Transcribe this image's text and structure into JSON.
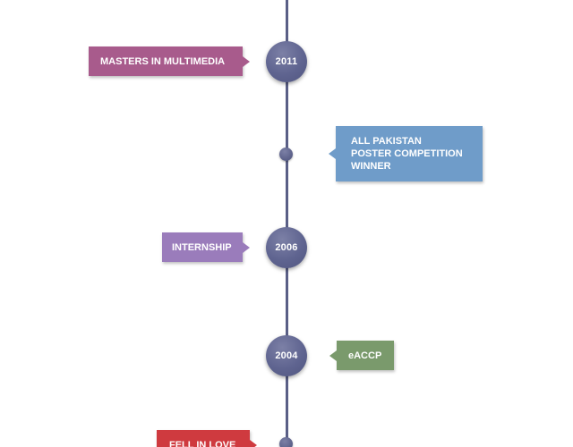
{
  "timeline": {
    "events": [
      {
        "year": "2011",
        "label": [
          "MASTERS IN MULTIMEDIA"
        ],
        "color": "#a85b8c"
      },
      {
        "year": "",
        "label": [
          "ALL PAKISTAN",
          "POSTER COMPETITION",
          "WINNER"
        ],
        "color": "#6f9cc9"
      },
      {
        "year": "2006",
        "label": [
          "INTERNSHIP"
        ],
        "color": "#9a7cbb"
      },
      {
        "year": "2004",
        "label": [
          "eACCP"
        ],
        "color": "#7a9a6c"
      },
      {
        "year": "",
        "label": [
          "FELL IN LOVE"
        ],
        "color": "#cf3a3f"
      }
    ],
    "axis_color": "#5a5f86",
    "node_color": "#5f6490"
  }
}
